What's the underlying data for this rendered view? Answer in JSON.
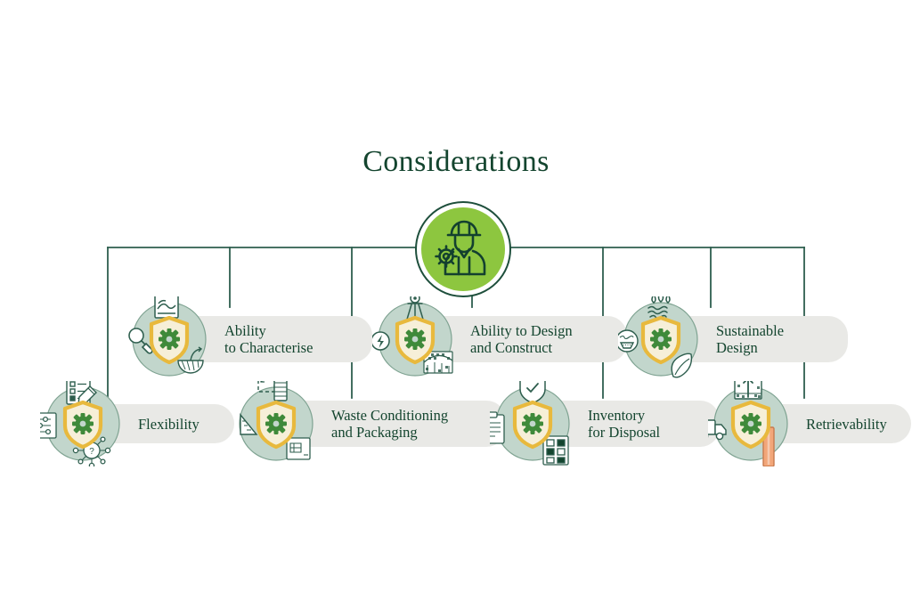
{
  "title": "Considerations",
  "colors": {
    "dark_green": "#14452F",
    "line_green": "#2E5E4E",
    "hub_green": "#8DC63F",
    "sage": "#C2D6CC",
    "sage_stroke": "#7FA392",
    "shield_gold": "#E8B93D",
    "shield_cream": "#F6EFD8",
    "gear_green": "#3F8A3A",
    "pill_gray": "#E9E9E6",
    "accent_peach": "#F2A679",
    "white": "#FFFFFF"
  },
  "hub": {
    "icon": "engineer-hardhat-gear-icon",
    "label": "Considerations"
  },
  "nodes": [
    {
      "id": "ability-to-characterise",
      "label": "Ability\nto Characterise",
      "row": "upper",
      "icons": [
        "shield-gear-icon",
        "landscape-sample-icon",
        "magnifier-icon",
        "scoop-sample-icon"
      ]
    },
    {
      "id": "ability-to-design-and-construct",
      "label": "Ability to Design\nand Construct",
      "row": "upper",
      "icons": [
        "shield-gear-icon",
        "survey-tripod-icon",
        "lightning-bolt-icon",
        "bridge-blueprint-icon"
      ]
    },
    {
      "id": "sustainable-design",
      "label": "Sustainable\nDesign",
      "row": "upper",
      "icons": [
        "shield-gear-icon",
        "water-droplets-waves-icon",
        "water-filter-icon",
        "leaf-icon"
      ]
    },
    {
      "id": "flexibility",
      "label": "Flexibility",
      "row": "lower",
      "icons": [
        "shield-gear-icon",
        "checklist-edit-icon",
        "sliders-panel-icon",
        "network-question-icon"
      ]
    },
    {
      "id": "waste-conditioning-and-packaging",
      "label": "Waste Conditioning\nand Packaging",
      "row": "lower",
      "icons": [
        "shield-gear-icon",
        "measure-container-icon",
        "ruler-pencil-icon",
        "blueprint-icon"
      ]
    },
    {
      "id": "inventory-for-disposal",
      "label": "Inventory\nfor Disposal",
      "row": "lower",
      "icons": [
        "shield-gear-icon",
        "check-shield-icon",
        "clipboard-list-icon",
        "grid-matrix-icon"
      ]
    },
    {
      "id": "retrievability",
      "label": "Retrievability",
      "row": "lower",
      "icons": [
        "shield-gear-icon",
        "extraction-arrow-icon",
        "truck-icon",
        "fuel-rod-icon"
      ]
    }
  ]
}
